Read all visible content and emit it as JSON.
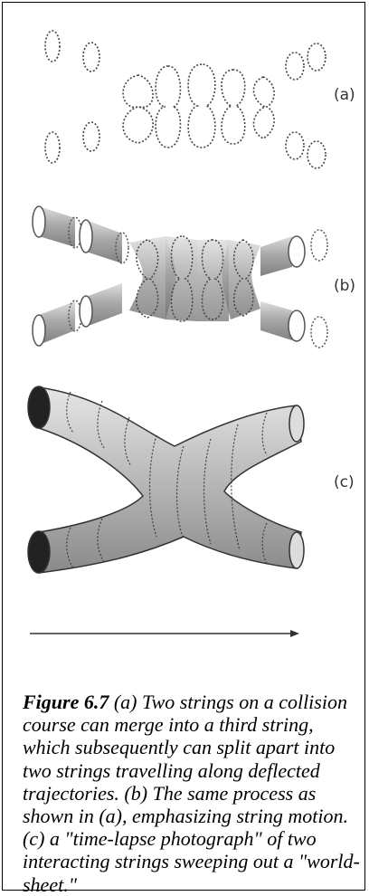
{
  "panel_labels": {
    "a": "(a)",
    "b": "(b)",
    "c": "(c)"
  },
  "caption": {
    "figure_number": "Figure 6.7",
    "text": " (a) Two strings on a collision course can merge into a third string, which subsequently can split apart into two strings travelling along deflected trajectories. (b) The same process as shown in (a), emphasizing string motion. (c) a \"time-lapse photograph\" of two interacting strings sweeping out a \"world-sheet.\""
  }
}
